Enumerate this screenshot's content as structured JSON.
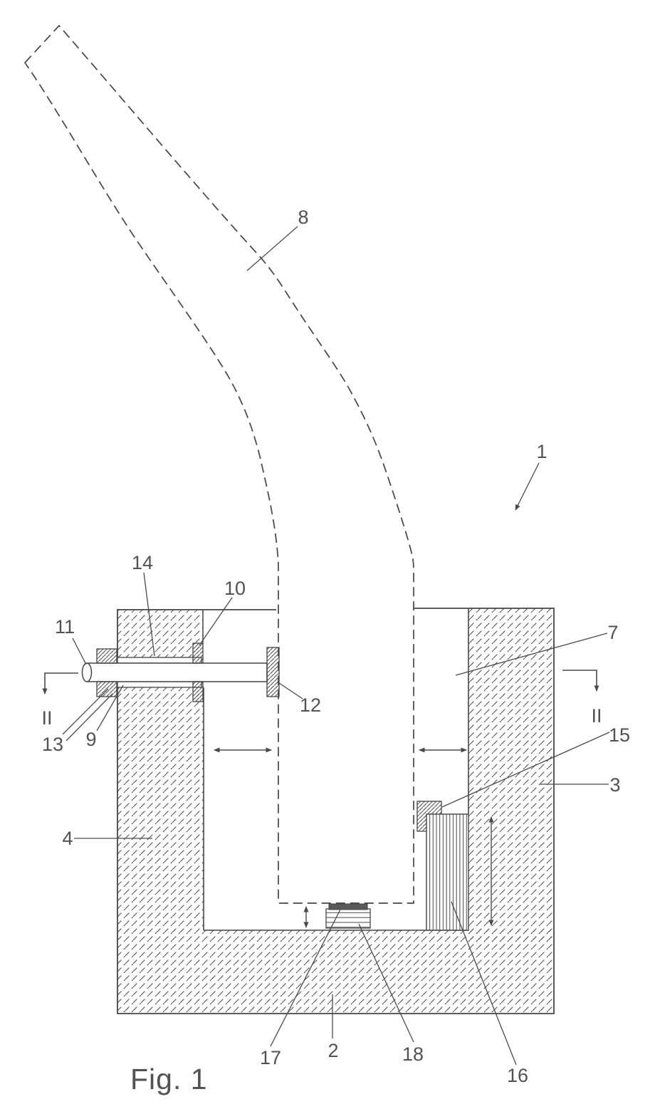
{
  "figure": {
    "caption": "Fig. 1",
    "section_marker": "II",
    "reference_labels": {
      "r1": "1",
      "r2": "2",
      "r3": "3",
      "r4": "4",
      "r7": "7",
      "r8": "8",
      "r9": "9",
      "r10": "10",
      "r11": "11",
      "r12": "12",
      "r13": "13",
      "r14": "14",
      "r15": "15",
      "r16": "16",
      "r17": "17",
      "r18": "18"
    },
    "line_color": "#454545",
    "hatch_color": "#4f4f4f",
    "label_color": "#525252"
  }
}
